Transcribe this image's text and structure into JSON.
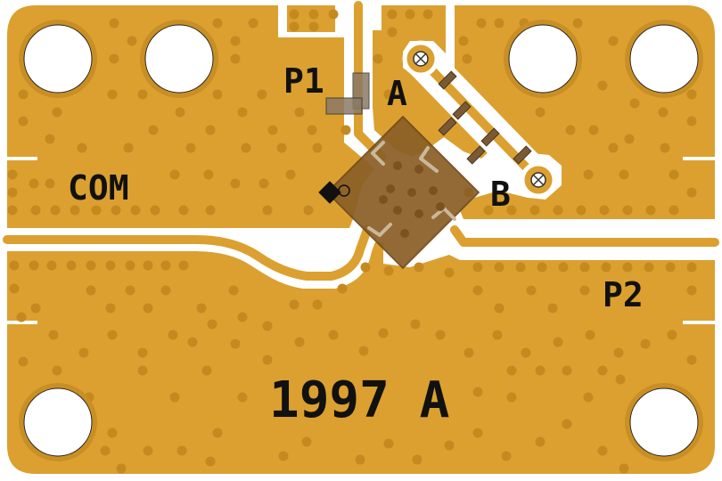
{
  "board": {
    "label_p1": "P1",
    "label_a": "A",
    "label_com": "COM",
    "label_b": "B",
    "label_p2": "P2",
    "part_number": "1997 A"
  },
  "colors": {
    "copper": "#dba02f",
    "copper_dark": "#c98f24",
    "via": "#c48a20",
    "substrate": "#ffffff",
    "package": "#8a5e26",
    "package_edge": "#6f4a1c",
    "silkscreen": "#111111",
    "smd": "#7a5a35"
  },
  "icons": [
    "mounting-hole-icon",
    "via-icon",
    "test-point-icon",
    "pin1-marker-icon"
  ]
}
